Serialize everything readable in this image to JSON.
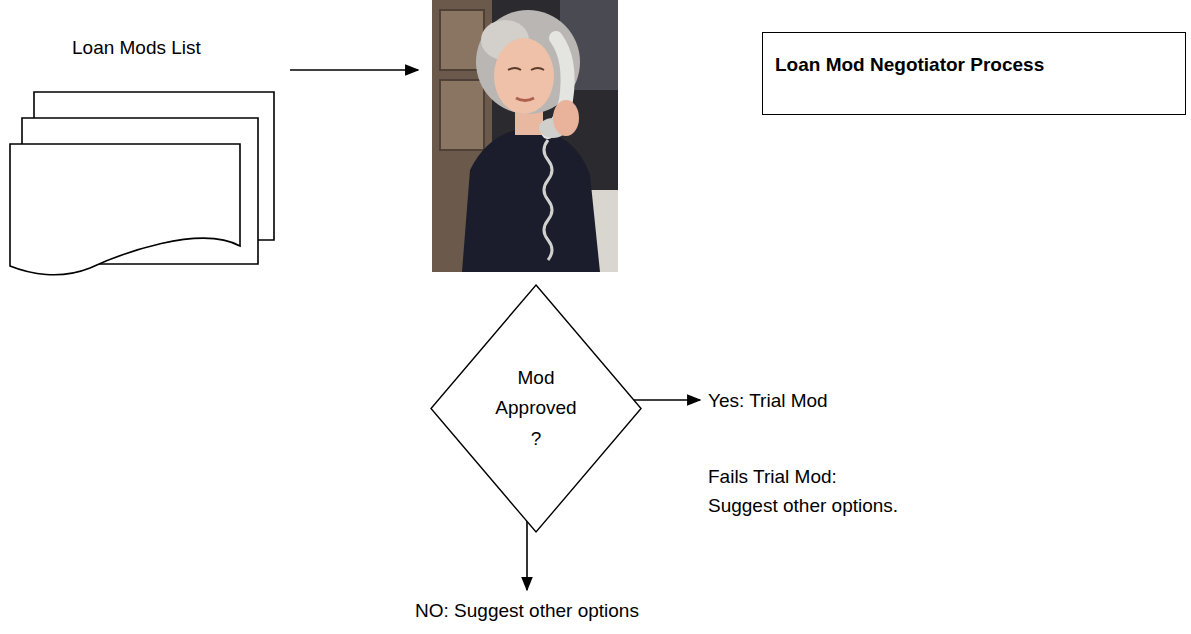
{
  "diagram": {
    "title": "Loan Mod Negotiator Process",
    "nodes": [
      {
        "text": [
          "Loan Mods List"
        ]
      },
      {
        "text": [
          "Mod Approved ?"
        ]
      }
    ],
    "labels": [
      "Yes: Trial Mod",
      "Fails Trial Mod: Suggest other options.",
      "NO: Suggest other options"
    ]
  }
}
